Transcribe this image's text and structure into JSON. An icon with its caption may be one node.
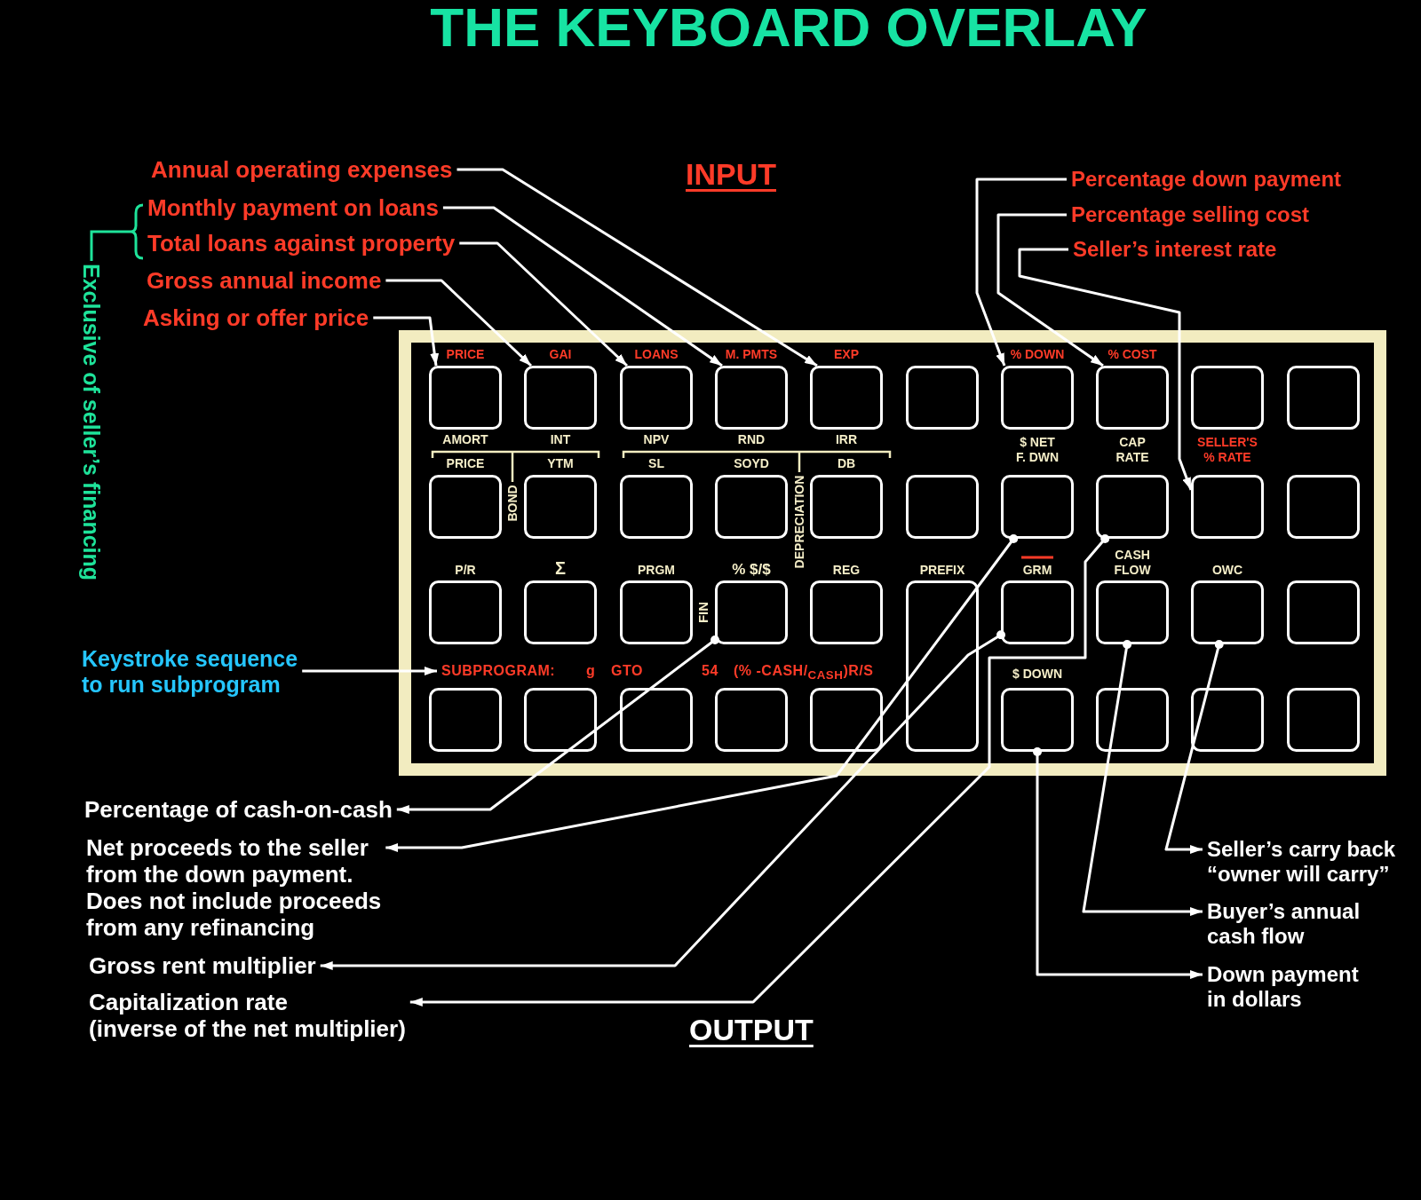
{
  "diagram": {
    "title": "THE KEYBOARD OVERLAY",
    "nodes": [
      {
        "text": [
          "Annual operating expenses"
        ]
      },
      {
        "text": [
          "Monthly payment on loans"
        ]
      },
      {
        "text": [
          "Total loans against property"
        ]
      },
      {
        "text": [
          "Gross annual income"
        ]
      },
      {
        "text": [
          "Asking or offer price"
        ]
      },
      {
        "text": [
          "Percentage down payment"
        ]
      },
      {
        "text": [
          "Percentage selling cost"
        ]
      },
      {
        "text": [
          "Seller’s interest rate"
        ]
      },
      {
        "text": [],
        "shape": "box",
        "beside": [
          "PRICE",
          "AMORT"
        ]
      },
      {
        "text": [],
        "shape": "box",
        "beside": [
          "GAI",
          "INT"
        ]
      },
      {
        "text": [],
        "shape": "box",
        "beside": [
          "LOANS",
          "NPV"
        ]
      },
      {
        "text": [],
        "shape": "box",
        "beside": [
          "M. PMTS",
          "RND"
        ]
      },
      {
        "text": [],
        "shape": "box",
        "beside": [
          "EXP",
          "IRR"
        ]
      },
      {
        "text": [],
        "shape": "box",
        "beside": [
          "% DOWN"
        ]
      },
      {
        "text": [],
        "shape": "box",
        "beside": [
          "% COST"
        ]
      },
      {
        "text": [],
        "shape": "box",
        "beside": [
          "$ NET F. DWN"
        ]
      },
      {
        "text": [],
        "shape": "box",
        "beside": [
          "CAP RATE"
        ]
      },
      {
        "text": [],
        "shape": "box",
        "beside": [
          "SELLER'S % RATE"
        ]
      },
      {
        "text": [],
        "shape": "box",
        "beside": [
          "% $/$",
          "FIN"
        ]
      },
      {
        "text": [],
        "shape": "box",
        "beside": [
          "GRM"
        ]
      },
      {
        "text": [],
        "shape": "box",
        "beside": [
          "CASH FLOW"
        ]
      },
      {
        "text": [],
        "shape": "box",
        "beside": [
          "OWC"
        ]
      },
      {
        "text": [
          "Keystroke sequence to run subprogram"
        ]
      },
      {
        "text": [
          "SUBPROGRAM:"
        ]
      },
      {
        "text": [],
        "shape": "box",
        "beside": [
          "$ DOWN"
        ]
      },
      {
        "text": [
          "Percentage of cash-on-cash"
        ]
      },
      {
        "text": [
          "Net proceeds to the seller from the down payment. Does not include proceeds from any refinancing"
        ]
      },
      {
        "text": [
          "Gross rent multiplier"
        ]
      },
      {
        "text": [
          "Capitalization rate (inverse of the net multiplier)"
        ]
      },
      {
        "text": [
          "Seller’s carry back “owner will carry”"
        ]
      },
      {
        "text": [
          "Buyer’s annual cash flow"
        ]
      },
      {
        "text": [
          "Down payment in dollars"
        ]
      }
    ],
    "edges": [
      {
        "from": 0,
        "to": 12,
        "arrow": "to"
      },
      {
        "from": 1,
        "to": 11,
        "arrow": "to"
      },
      {
        "from": 2,
        "to": 10,
        "arrow": "to"
      },
      {
        "from": 3,
        "to": 9,
        "arrow": "to"
      },
      {
        "from": 4,
        "to": 8,
        "arrow": "to"
      },
      {
        "from": 5,
        "to": 13,
        "arrow": "to"
      },
      {
        "from": 6,
        "to": 14,
        "arrow": "to"
      },
      {
        "from": 7,
        "to": 17,
        "arrow": "to"
      },
      {
        "from": 22,
        "to": 23,
        "arrow": "to"
      },
      {
        "from": 18,
        "to": 25,
        "arrow": "to"
      },
      {
        "from": 15,
        "to": 26,
        "arrow": "to"
      },
      {
        "from": 19,
        "to": 27,
        "arrow": "to"
      },
      {
        "from": 16,
        "to": 28,
        "arrow": "to"
      },
      {
        "from": 21,
        "to": 29,
        "arrow": "to"
      },
      {
        "from": 20,
        "to": 30,
        "arrow": "to"
      },
      {
        "from": 24,
        "to": 31,
        "arrow": "to"
      }
    ],
    "labels": [
      "INPUT",
      "Exclusive of seller’s financing",
      "PRICE",
      "YTM",
      "SL",
      "SOYD",
      "DB",
      "BOND",
      "DEPRECIATION",
      "P/R",
      "Σ",
      "PRGM",
      "REG",
      "PREFIX",
      "g",
      "GTO",
      "54",
      "(% -CASH/$_{CASH}$)R/S",
      "OUTPUT"
    ]
  }
}
